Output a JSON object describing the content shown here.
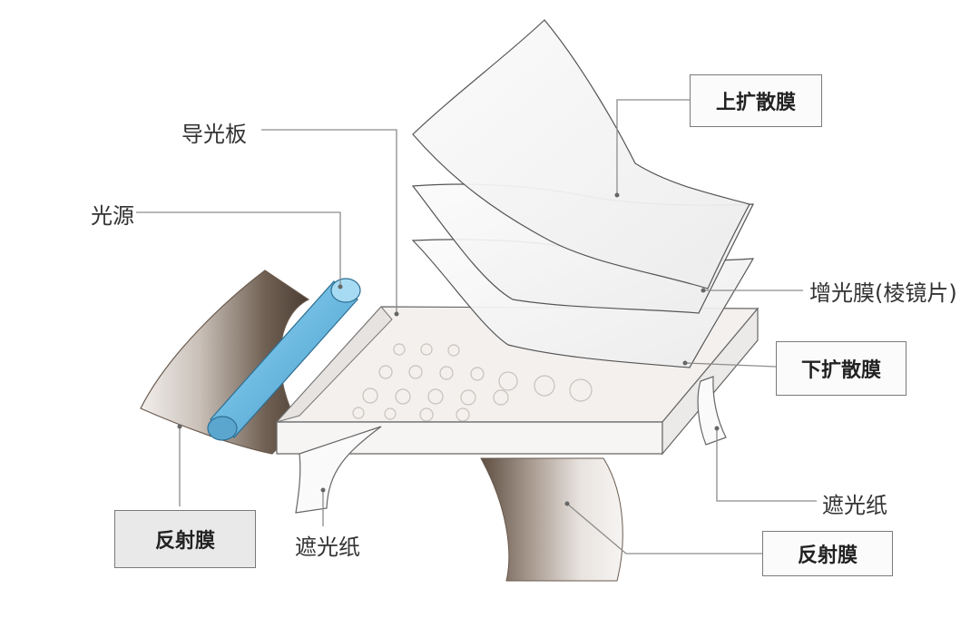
{
  "labels": {
    "light_guide_plate": "导光板",
    "light_source": "光源",
    "upper_diffuser": "上扩散膜",
    "brightness_film": "增光膜(棱镜片)",
    "lower_diffuser": "下扩散膜",
    "shading_paper_right": "遮光纸",
    "shading_paper_left": "遮光纸",
    "reflector_left": "反射膜",
    "reflector_right": "反射膜"
  },
  "colors": {
    "light_source": "#76c2e6",
    "reflector": "#7d6a5c",
    "film": "#f4f4f4",
    "leader_line": "#8c8c8c"
  }
}
